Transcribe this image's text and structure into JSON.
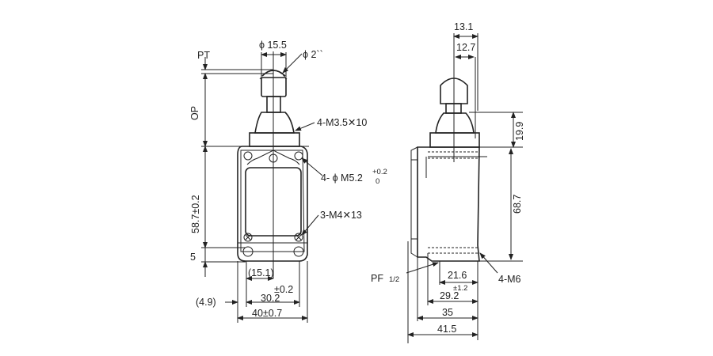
{
  "front_view": {
    "pt_label": "PT",
    "op_label": "OP",
    "plunger_diameter": "ϕ 15.5",
    "roller_radius": "ϕ 2``",
    "screw_spec_top": "4-M3.5✕10",
    "mount_hole_spec": "4- ϕ M5.2",
    "mount_hole_tol_upper": "+0.2",
    "mount_hole_tol_lower": "0",
    "screw_spec_bottom": "3-M4✕13",
    "height_dim": "58.7±0.2",
    "bottom_offset_dim": "5",
    "center_offset_dim": "(15.1)",
    "hole_spacing_dim": "30.2",
    "hole_spacing_tol": "±0.2",
    "edge_offset_dim": "(4.9)",
    "width_dim": "40±0.7"
  },
  "side_view": {
    "top_dim_1": "13.1",
    "top_dim_2": "12.7",
    "head_height_dim": "19.9",
    "body_height_dim": "68.7",
    "conduit_label": "PF",
    "conduit_fraction": "1/2",
    "thread_spec": "4-M6",
    "depth_dim_1": "21.6",
    "depth_dim_2": "29.2",
    "depth_dim_2_tol": "±1.2",
    "depth_dim_3": "35",
    "depth_dim_4": "41.5"
  }
}
